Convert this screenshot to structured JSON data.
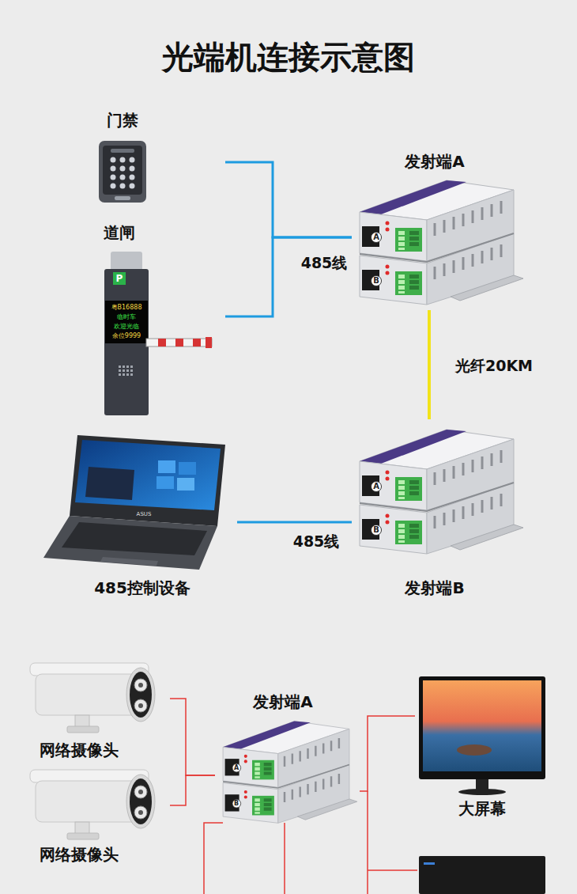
{
  "diagram": {
    "title": "光端机连接示意图",
    "nodes": [
      {
        "text": [
          "门禁"
        ]
      },
      {
        "text": [
          "道闸"
        ]
      },
      {
        "text": [
          "发射端A"
        ]
      },
      {
        "text": [
          "发射端B"
        ]
      },
      {
        "text": [
          "485控制设备"
        ]
      },
      {
        "text": [
          "网络摄像头"
        ]
      },
      {
        "text": [
          "网络摄像头"
        ]
      },
      {
        "text": [
          "发射端A"
        ]
      },
      {
        "text": [
          "大屏幕"
        ]
      }
    ],
    "edges": [
      {
        "from": 0,
        "to": 2,
        "arrow": "none",
        "label": "485线"
      },
      {
        "from": 1,
        "to": 2,
        "arrow": "none"
      },
      {
        "from": 2,
        "to": 3,
        "arrow": "none",
        "label": "光纤20KM"
      },
      {
        "from": 4,
        "to": 3,
        "arrow": "none",
        "label": "485线"
      },
      {
        "from": 5,
        "to": 7,
        "arrow": "none"
      },
      {
        "from": 6,
        "to": 7,
        "arrow": "none"
      },
      {
        "from": 7,
        "to": 8,
        "arrow": "none"
      }
    ],
    "labels": [
      "P",
      "粤B16888",
      "临时车",
      "欢迎光临",
      "余位9999",
      "A",
      "B",
      "A",
      "B",
      "ASUS",
      "A",
      "B"
    ]
  }
}
